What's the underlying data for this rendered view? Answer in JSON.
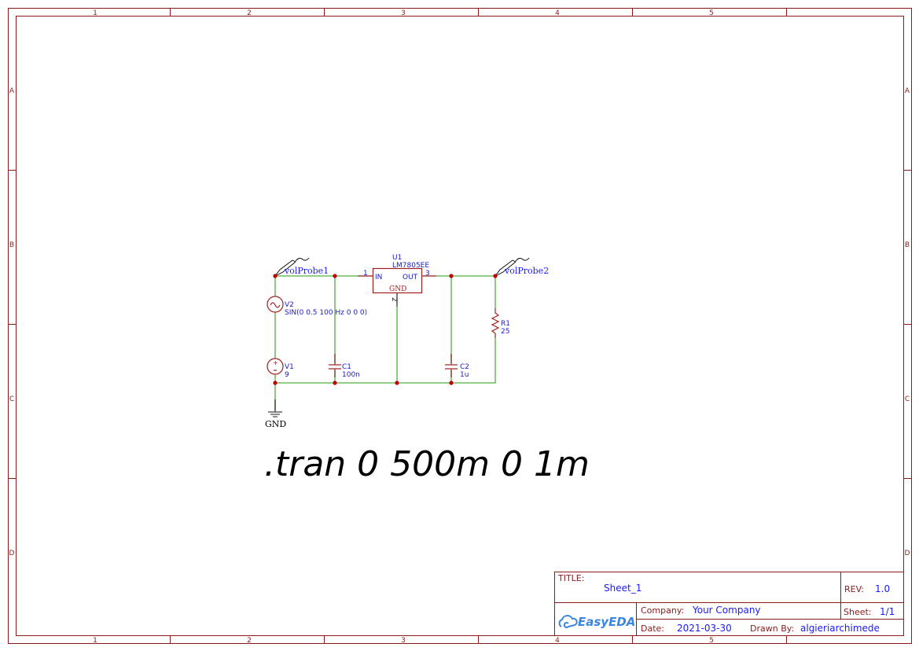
{
  "frame": {
    "columns": [
      "1",
      "2",
      "3",
      "4",
      "5"
    ],
    "rows": [
      "A",
      "B",
      "C",
      "D"
    ]
  },
  "schematic": {
    "probe1": "volProbe1",
    "probe2": "volProbe2",
    "u1_ref": "U1",
    "u1_value": "LM7805EE",
    "u1_pin_in": "IN",
    "u1_pin_out": "OUT",
    "u1_pin_gnd": "GND",
    "u1_pin1": "1",
    "u1_pin2": "2",
    "u1_pin3": "3",
    "v2_ref": "V2",
    "v2_value": "SIN(0 0.5 100 Hz 0 0 0)",
    "v1_ref": "V1",
    "v1_value": "9",
    "c1_ref": "C1",
    "c1_value": "100n",
    "c2_ref": "C2",
    "c2_value": "1u",
    "r1_ref": "R1",
    "r1_value": "25",
    "gnd_label": "GND",
    "directive": ".tran 0 500m 0 1m"
  },
  "title_block": {
    "title_label": "TITLE:",
    "title": "Sheet_1",
    "rev_label": "REV:",
    "rev": "1.0",
    "company_label": "Company:",
    "company": "Your Company",
    "sheet_label": "Sheet:",
    "sheet": "1/1",
    "date_label": "Date:",
    "date": "2021-03-30",
    "drawn_by_label": "Drawn By:",
    "drawn_by": "algieriarchimede",
    "logo": "EasyEDA"
  }
}
